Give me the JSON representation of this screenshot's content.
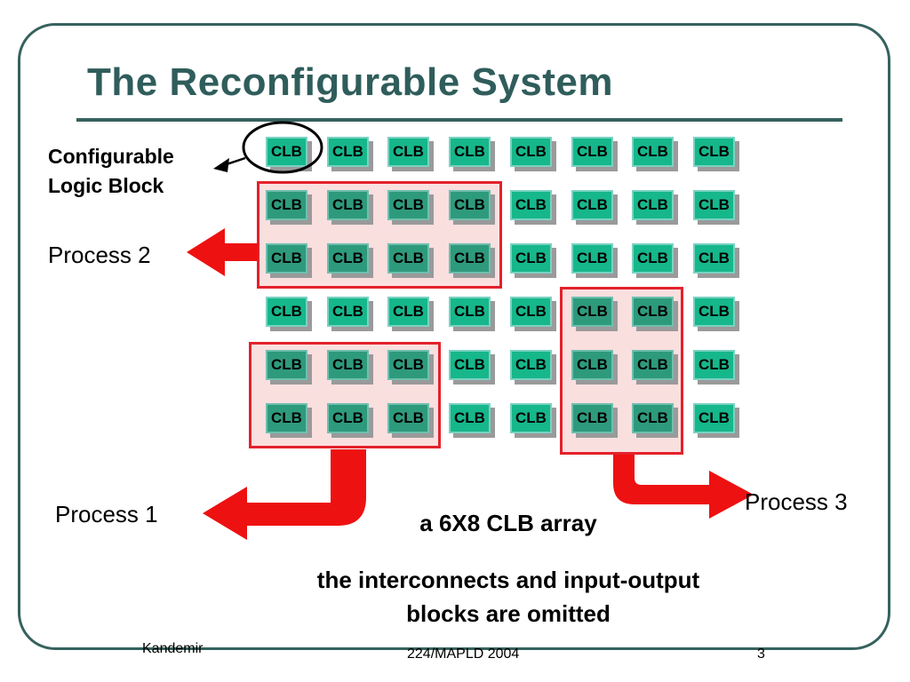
{
  "slide": {
    "title": "The Reconfigurable System",
    "clb_callout": [
      "Configurable",
      "Logic Block"
    ],
    "process_labels": {
      "p1": "Process 1",
      "p2": "Process 2",
      "p3": "Process 3"
    },
    "caption_array": "a 6X8 CLB array",
    "caption_note": [
      "the interconnects and input-output",
      "blocks are omitted"
    ]
  },
  "clb_array": {
    "rows": 6,
    "cols": 8,
    "cell_label": "CLB",
    "regions": [
      {
        "name": "Process 2",
        "rows": [
          2,
          3
        ],
        "cols": [
          1,
          4
        ]
      },
      {
        "name": "Process 1",
        "rows": [
          5,
          6
        ],
        "cols": [
          1,
          3
        ]
      },
      {
        "name": "Process 3",
        "rows": [
          4,
          6
        ],
        "cols": [
          6,
          7
        ]
      }
    ],
    "highlighted_cell": {
      "row": 1,
      "col": 1
    }
  },
  "footer": {
    "author": "Kandemir",
    "venue": "224/MAPLD 2004",
    "page": "3"
  },
  "colors": {
    "accent": "#2f5d5b",
    "clb": "#16b78b",
    "region_border": "#e4212b",
    "arrow": "#ee1111"
  }
}
